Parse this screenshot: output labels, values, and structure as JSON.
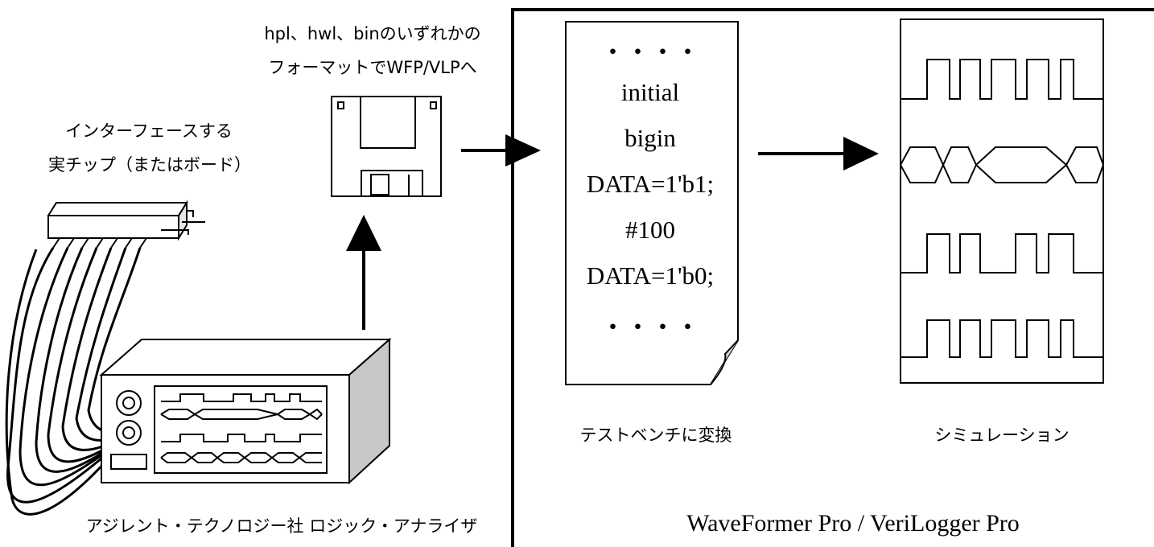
{
  "left": {
    "format_note_line1": "hpl、hwl、binのいずれかの",
    "format_note_line2": "フォーマットでWFP/VLPへ",
    "chip_label_line1": "インターフェースする",
    "chip_label_line2": "実チップ（またはボード）",
    "analyzer_label": "アジレント・テクノロジー社 ロジック・アナライザ"
  },
  "testbench": {
    "lines": [
      "・・・・",
      "initial",
      "bigin",
      "DATA=1'b1;",
      "#100",
      "DATA=1'b0;",
      "・・・・"
    ],
    "caption": "テストベンチに変換"
  },
  "simulation": {
    "caption": "シミュレーション"
  },
  "footer": "WaveFormer Pro / VeriLogger Pro",
  "colors": {
    "line": "#000000",
    "fill": "#ffffff",
    "shade": "#c8c8c8"
  }
}
